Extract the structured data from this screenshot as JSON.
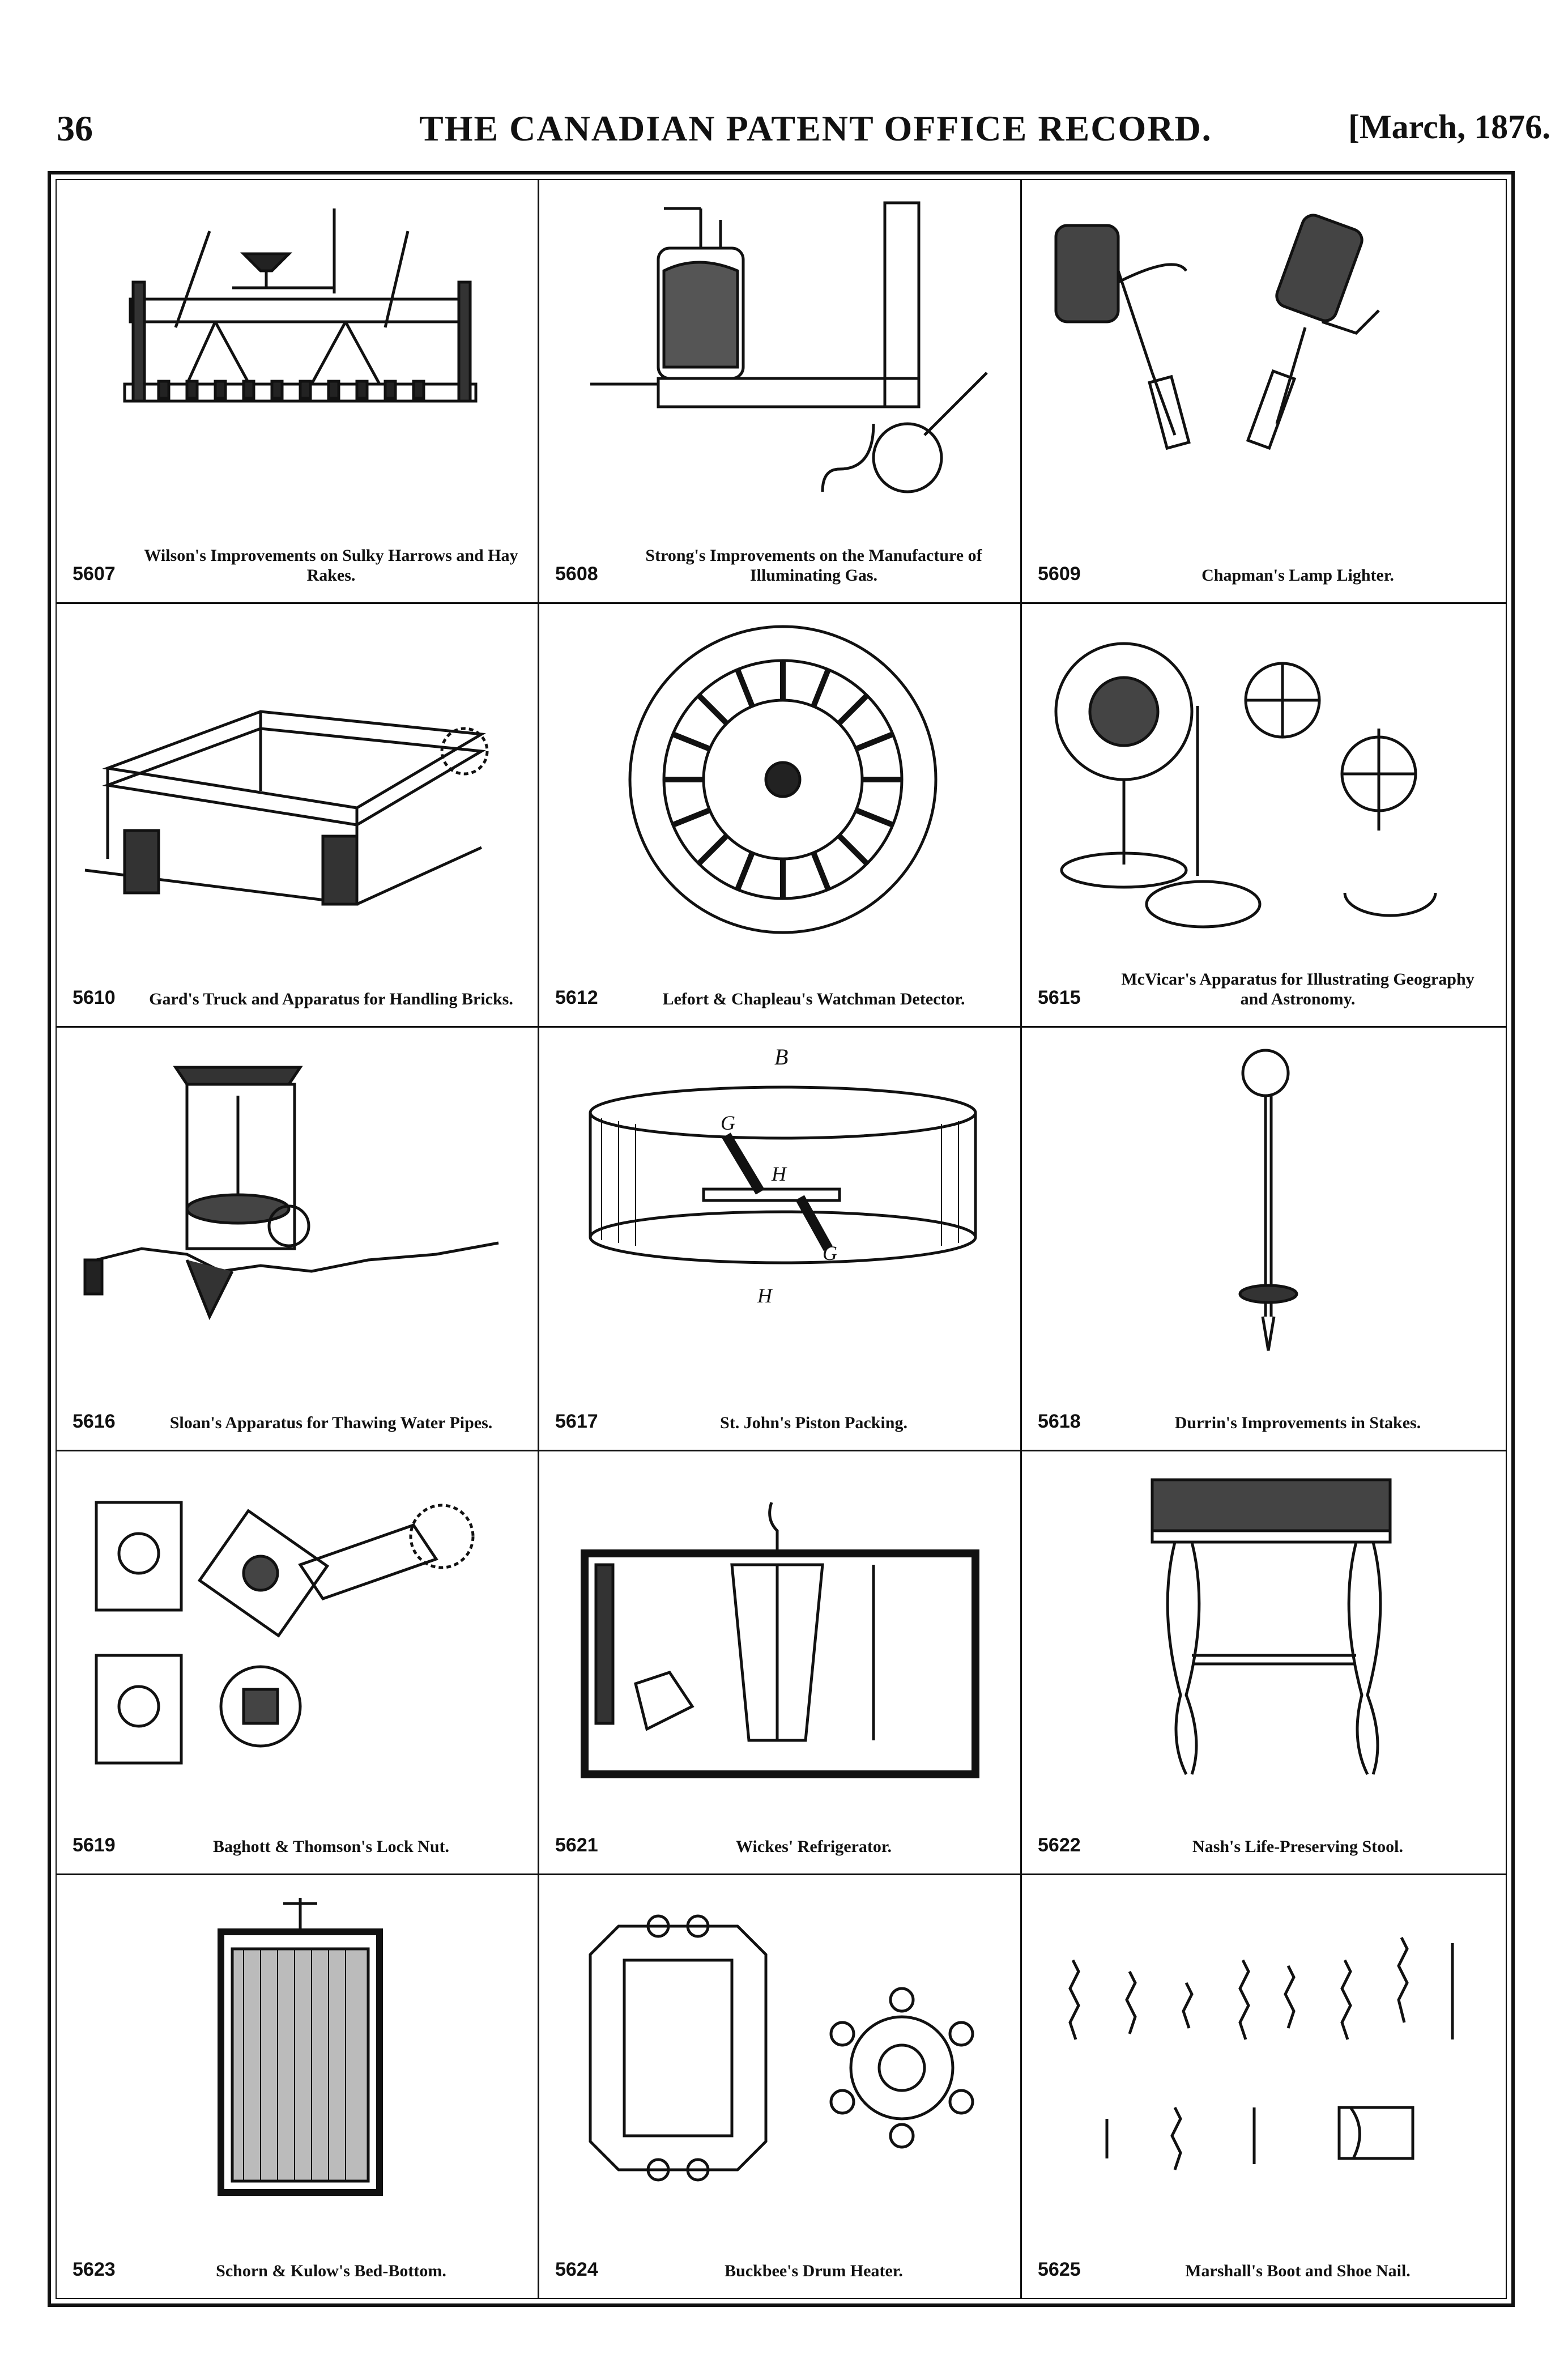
{
  "header": {
    "page_number": "36",
    "title": "THE CANADIAN PATENT OFFICE RECORD.",
    "date": "[March, 1876."
  },
  "patents": [
    {
      "number": "5607",
      "caption": "Wilson's Improvements on Sulky Harrows and Hay Rakes."
    },
    {
      "number": "5608",
      "caption": "Strong's Improvements on the Manufacture of Illuminating Gas."
    },
    {
      "number": "5609",
      "caption": "Chapman's Lamp Lighter."
    },
    {
      "number": "5610",
      "caption": "Gard's Truck and Apparatus for Handling Bricks."
    },
    {
      "number": "5612",
      "caption": "Lefort & Chapleau's Watchman Detector."
    },
    {
      "number": "5615",
      "caption": "McVicar's Apparatus for Illustrating Geography and Astronomy."
    },
    {
      "number": "5616",
      "caption": "Sloan's Apparatus for Thawing Water Pipes."
    },
    {
      "number": "5617",
      "caption": "St. John's Piston Packing."
    },
    {
      "number": "5618",
      "caption": "Durrin's Improvements in Stakes."
    },
    {
      "number": "5619",
      "caption": "Baghott & Thomson's Lock Nut."
    },
    {
      "number": "5621",
      "caption": "Wickes' Refrigerator."
    },
    {
      "number": "5622",
      "caption": "Nash's Life-Preserving Stool."
    },
    {
      "number": "5623",
      "caption": "Schorn & Kulow's Bed-Bottom."
    },
    {
      "number": "5624",
      "caption": "Buckbee's Drum Heater."
    },
    {
      "number": "5625",
      "caption": "Marshall's Boot and Shoe Nail."
    }
  ]
}
